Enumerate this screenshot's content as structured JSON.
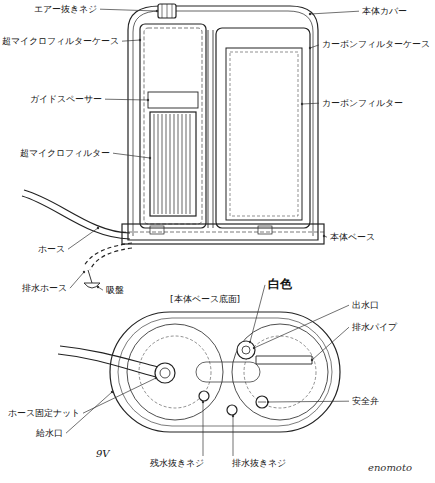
{
  "diagram": {
    "labels": [
      "エアー抜きネジ",
      "超マイクロフィルターケース",
      "ガイドスペーサー",
      "超マイクロフィルター",
      "ホース",
      "排水ホース",
      "吸盤",
      "本体カバー",
      "カーボンフィルターケース",
      "カーボンフィルター",
      "本体ベース",
      "白色",
      "[本体ベース底面]",
      "出水口",
      "排水パイプ",
      "安全弁",
      "ホース固定ナット",
      "給水口",
      "残水抜きネジ",
      "排水抜きネジ",
      "9V",
      "enomoto"
    ]
  }
}
